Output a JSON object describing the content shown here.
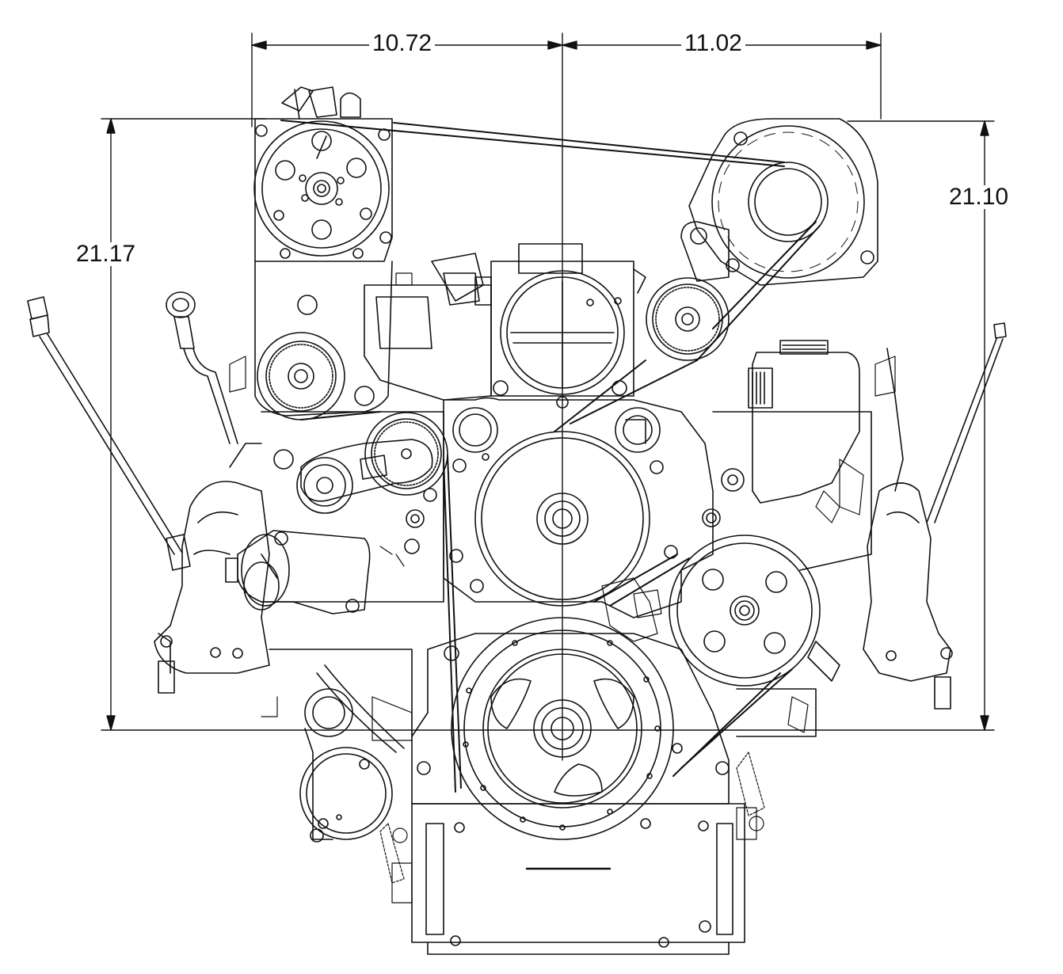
{
  "dimensions": {
    "left_width": "10.72",
    "right_width": "11.02",
    "left_height": "21.17",
    "right_height": "21.10"
  },
  "colors": {
    "stroke": "#111111",
    "background": "#ffffff"
  }
}
